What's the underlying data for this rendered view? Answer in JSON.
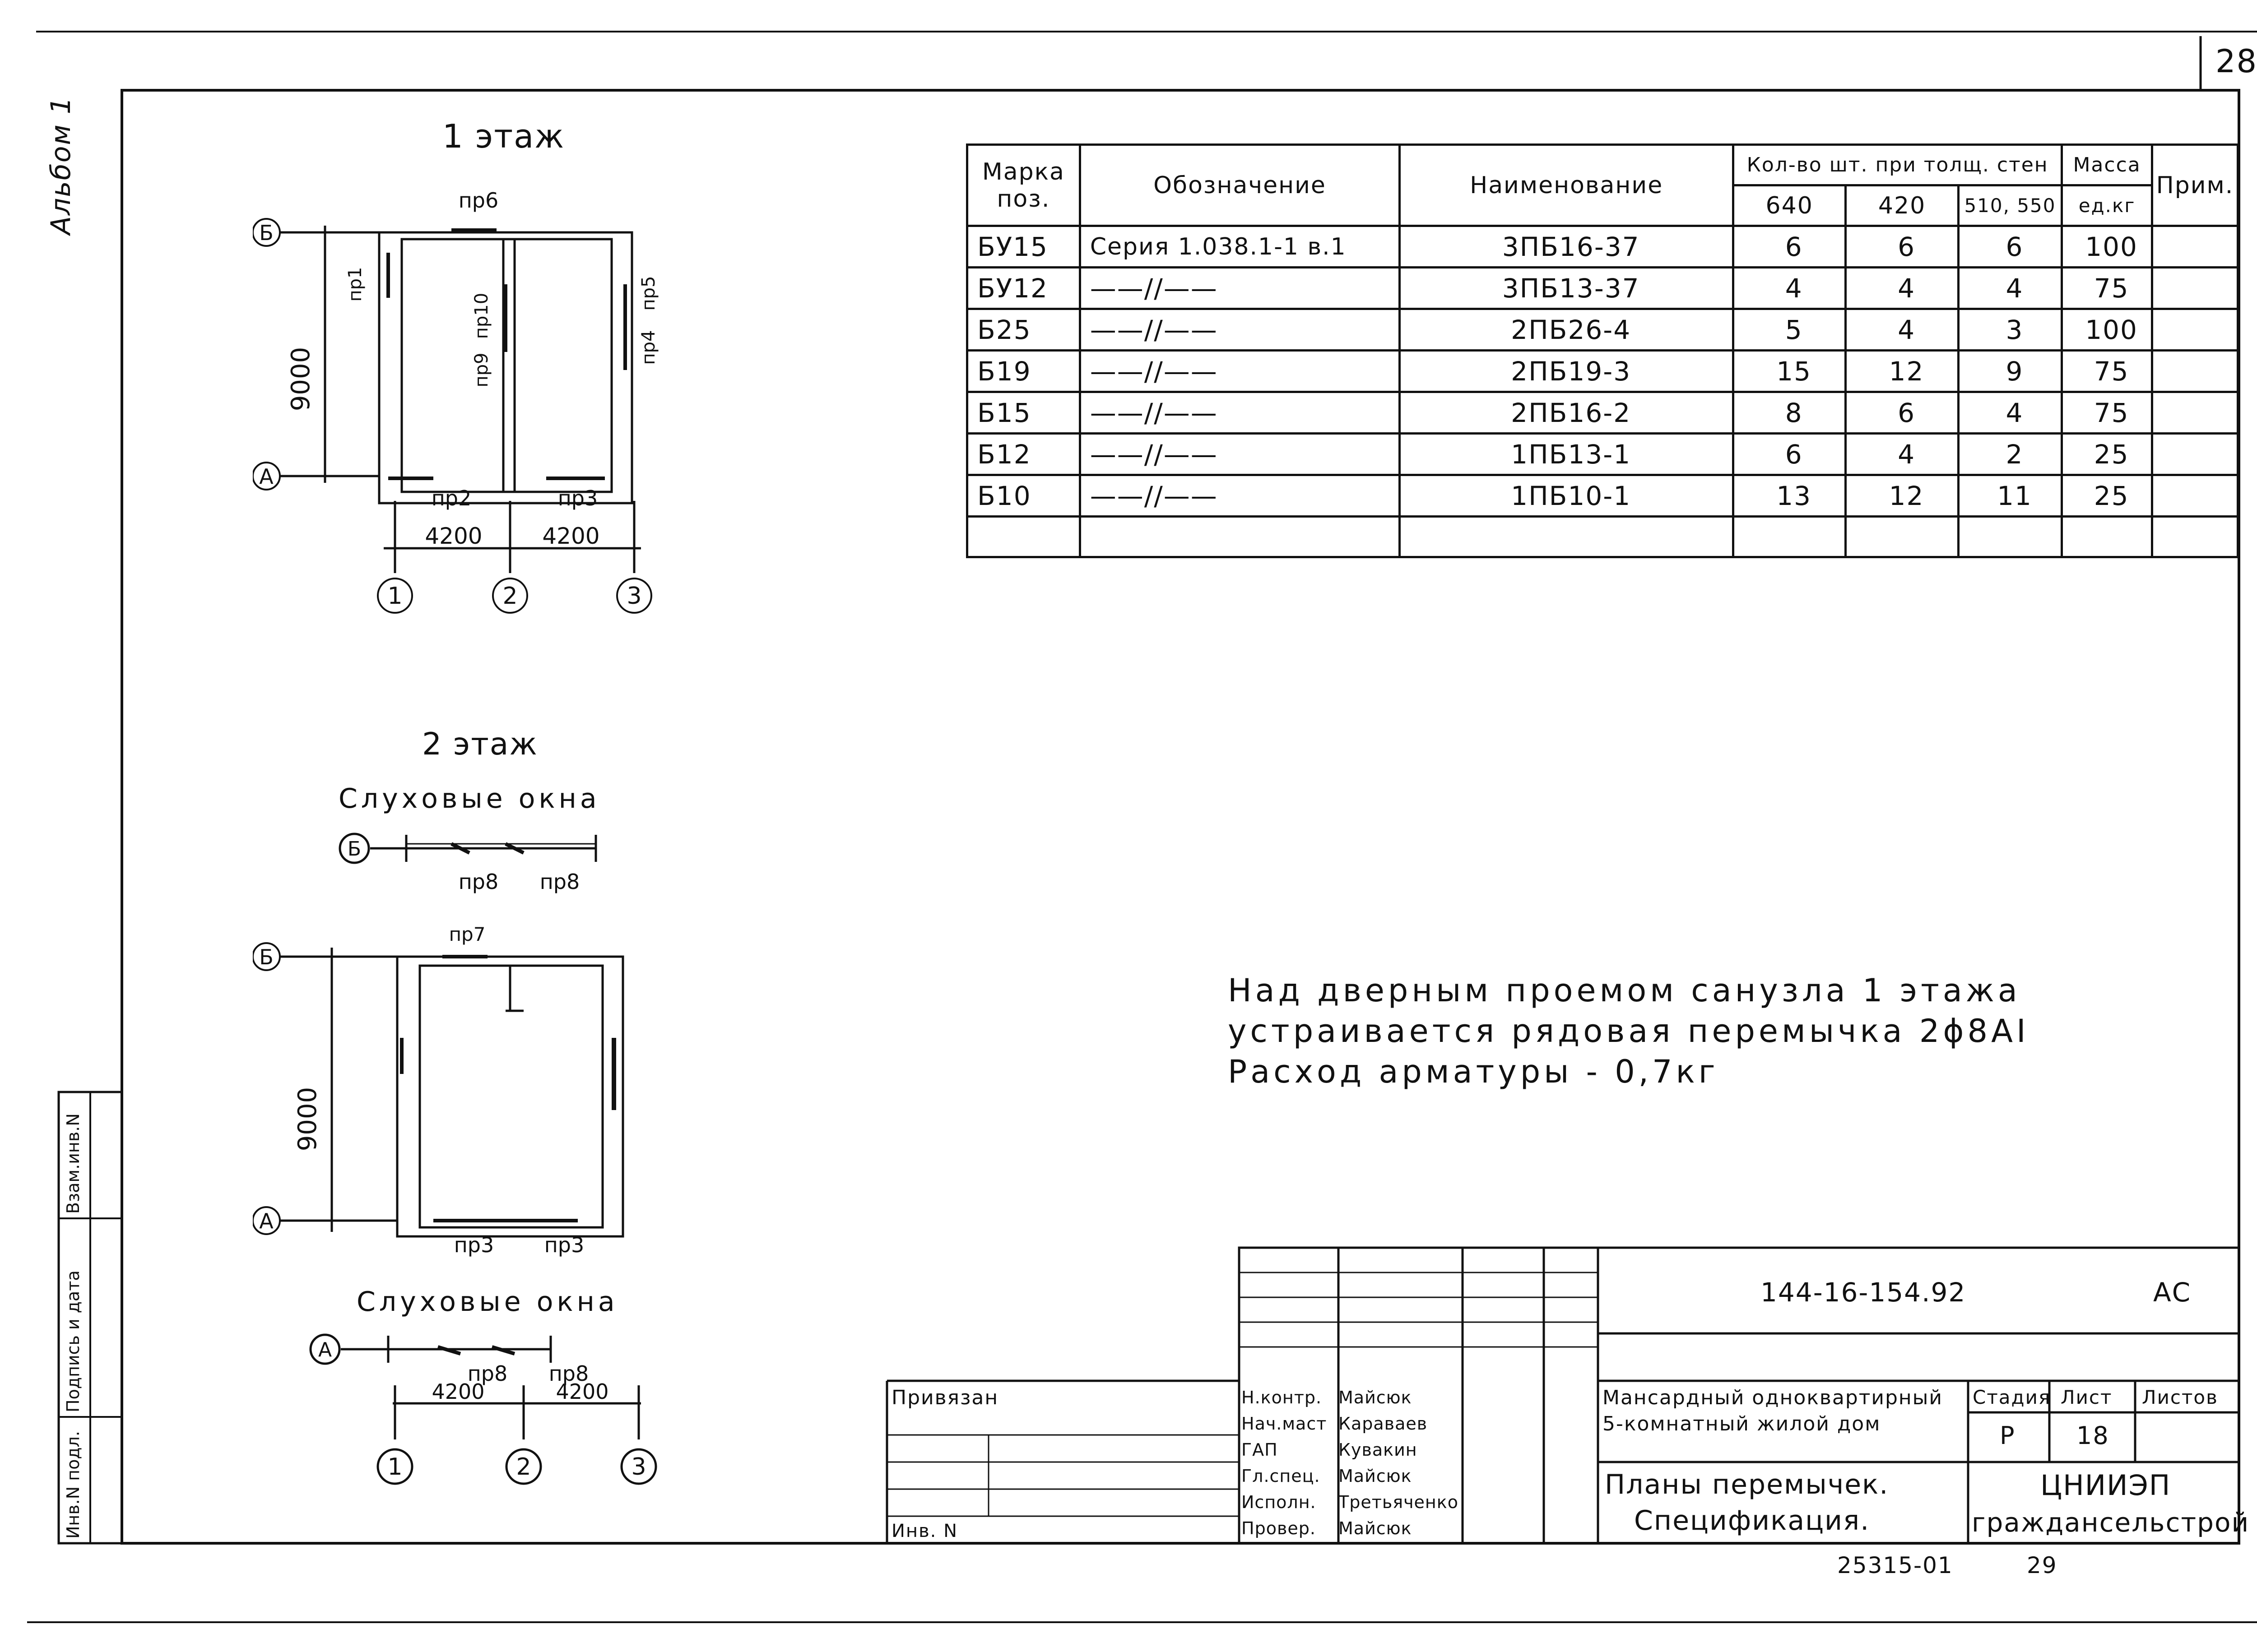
{
  "page_number": "28",
  "album_label": "Альбом 1",
  "floor1": {
    "title": "1 этаж",
    "axis_rows": [
      "Б",
      "А"
    ],
    "axis_cols": [
      "1",
      "2",
      "3"
    ],
    "dimension_height": "9000",
    "dimension_spans": [
      "4200",
      "4200"
    ],
    "lintels": [
      "пр6",
      "пр1",
      "пр9",
      "пр10",
      "пр4",
      "пр5",
      "пр2",
      "пр3"
    ]
  },
  "floor2": {
    "title": "2 этаж",
    "dormer_title_top": "Слуховые окна",
    "dormer_top_axis": "Б",
    "dormer_top_lintels": [
      "пр8",
      "пр8"
    ],
    "axis_rows": [
      "Б",
      "А"
    ],
    "dimension_height": "9000",
    "lintels_top": "пр7",
    "lintels_bottom": [
      "пр3",
      "пр3"
    ],
    "dormer_title_bottom": "Слуховые окна",
    "dormer_bottom_axis": "А",
    "dormer_bottom_lintels": [
      "пр8",
      "пр8"
    ],
    "dimension_spans": [
      "4200",
      "4200"
    ],
    "axis_cols": [
      "1",
      "2",
      "3"
    ]
  },
  "spec": {
    "headers": {
      "mark": "Марка поз.",
      "designation": "Обозначение",
      "name": "Наименование",
      "qty_group": "Кол-во шт. при толщ. стен",
      "mass_group": "Масса",
      "qty_cols": [
        "640",
        "420",
        "510, 550"
      ],
      "mass_unit": "ед.кг",
      "note": "Прим."
    },
    "rows": [
      {
        "mark": "БУ15",
        "designation": "Серия 1.038.1-1 в.1",
        "name": "3ПБ16-37",
        "q640": "6",
        "q420": "6",
        "q510": "6",
        "mass": "100"
      },
      {
        "mark": "БУ12",
        "designation": "——//——",
        "name": "3ПБ13-37",
        "q640": "4",
        "q420": "4",
        "q510": "4",
        "mass": "75"
      },
      {
        "mark": "Б25",
        "designation": "——//——",
        "name": "2ПБ26-4",
        "q640": "5",
        "q420": "4",
        "q510": "3",
        "mass": "100"
      },
      {
        "mark": "Б19",
        "designation": "——//——",
        "name": "2ПБ19-3",
        "q640": "15",
        "q420": "12",
        "q510": "9",
        "mass": "75"
      },
      {
        "mark": "Б15",
        "designation": "——//——",
        "name": "2ПБ16-2",
        "q640": "8",
        "q420": "6",
        "q510": "4",
        "mass": "75"
      },
      {
        "mark": "Б12",
        "designation": "——//——",
        "name": "1ПБ13-1",
        "q640": "6",
        "q420": "4",
        "q510": "2",
        "mass": "25"
      },
      {
        "mark": "Б10",
        "designation": "——//——",
        "name": "1ПБ10-1",
        "q640": "13",
        "q420": "12",
        "q510": "11",
        "mass": "25"
      }
    ]
  },
  "note": {
    "line1": "Над дверным проемом санузла 1 этажа",
    "line2": "устраивается рядовая перемычка 2ϕ8AI",
    "line3": "Расход арматуры - 0,7кг"
  },
  "side_stamp": {
    "labels": [
      "Инв.N подл.",
      "Подпись и дата",
      "Взам.инв.N"
    ]
  },
  "title_block": {
    "attached": "Привязан",
    "inv": "Инв. N",
    "doc_code": "144-16-154.92",
    "doc_suffix": "АС",
    "project_line1": "Мансардный одноквартирный",
    "project_line2": "5-комнатный жилой дом",
    "sheet_title_line1": "Планы перемычек.",
    "sheet_title_line2": "Спецификация.",
    "stage_label": "Стадия",
    "sheet_label": "Лист",
    "sheets_label": "Листов",
    "stage": "Р",
    "sheet": "18",
    "org_line1": "ЦНИИЭП",
    "org_line2": "граждансельстрой",
    "roles": [
      {
        "role": "Н.контр.",
        "name": "Майсюк"
      },
      {
        "role": "Нач.маст",
        "name": "Караваев"
      },
      {
        "role": "ГАП",
        "name": "Кувакин"
      },
      {
        "role": "Гл.спец.",
        "name": "Майсюк"
      },
      {
        "role": "Исполн.",
        "name": "Третьяченко"
      },
      {
        "role": "Провер.",
        "name": "Майсюк"
      }
    ],
    "footer_code": "25315-01",
    "footer_page": "29"
  }
}
